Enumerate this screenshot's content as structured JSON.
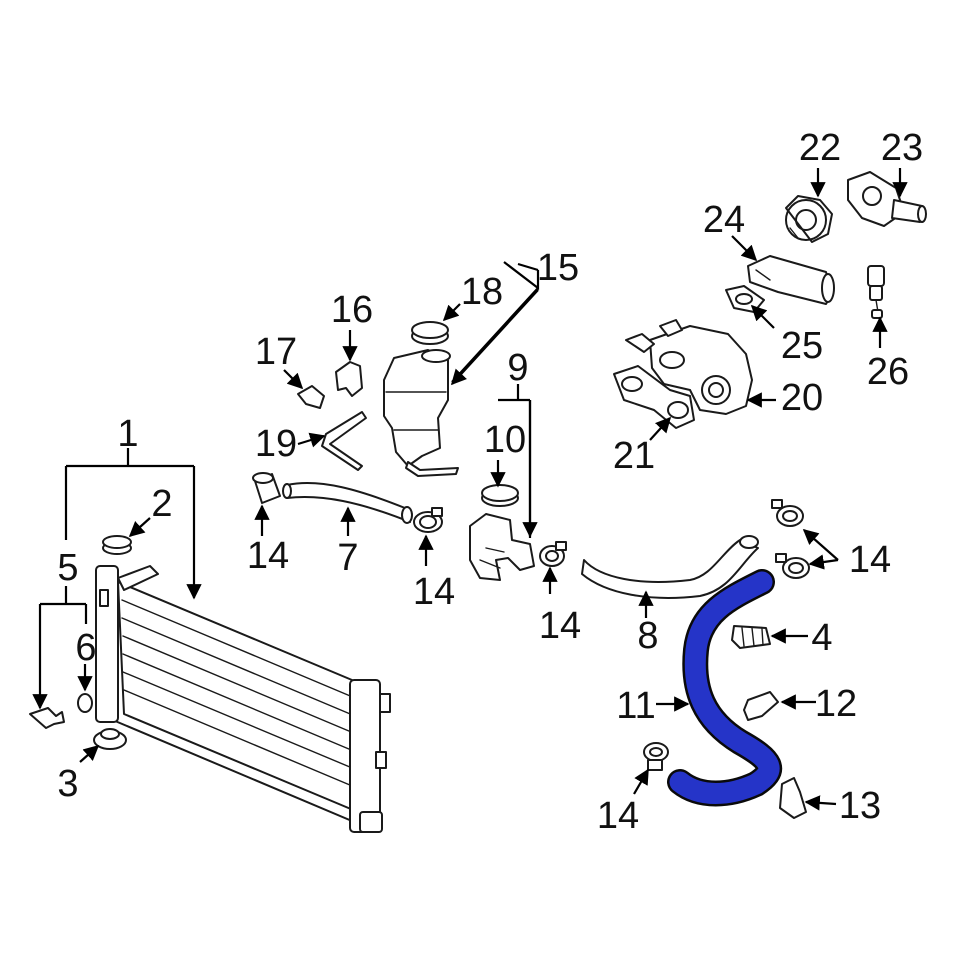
{
  "diagram": {
    "highlight_color": "#2534c8",
    "highlighted_part": "11",
    "callouts": {
      "c1": "1",
      "c2": "2",
      "c3": "3",
      "c4": "4",
      "c5": "5",
      "c6": "6",
      "c7": "7",
      "c8": "8",
      "c9": "9",
      "c10": "10",
      "c11": "11",
      "c12": "12",
      "c13": "13",
      "c14a": "14",
      "c14b": "14",
      "c14c": "14",
      "c14d": "14",
      "c14e": "14",
      "c15": "15",
      "c16": "16",
      "c17": "17",
      "c18": "18",
      "c19": "19",
      "c20": "20",
      "c21": "21",
      "c22": "22",
      "c23": "23",
      "c24": "24",
      "c25": "25",
      "c26": "26"
    }
  }
}
